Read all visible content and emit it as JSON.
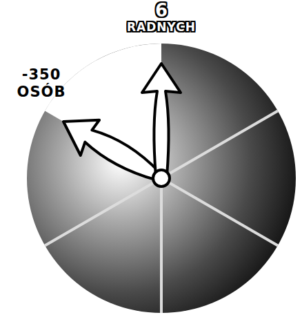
{
  "diagram": {
    "labels": [
      "6",
      "RADNYCH",
      "-350",
      "OSÓB"
    ]
  }
}
